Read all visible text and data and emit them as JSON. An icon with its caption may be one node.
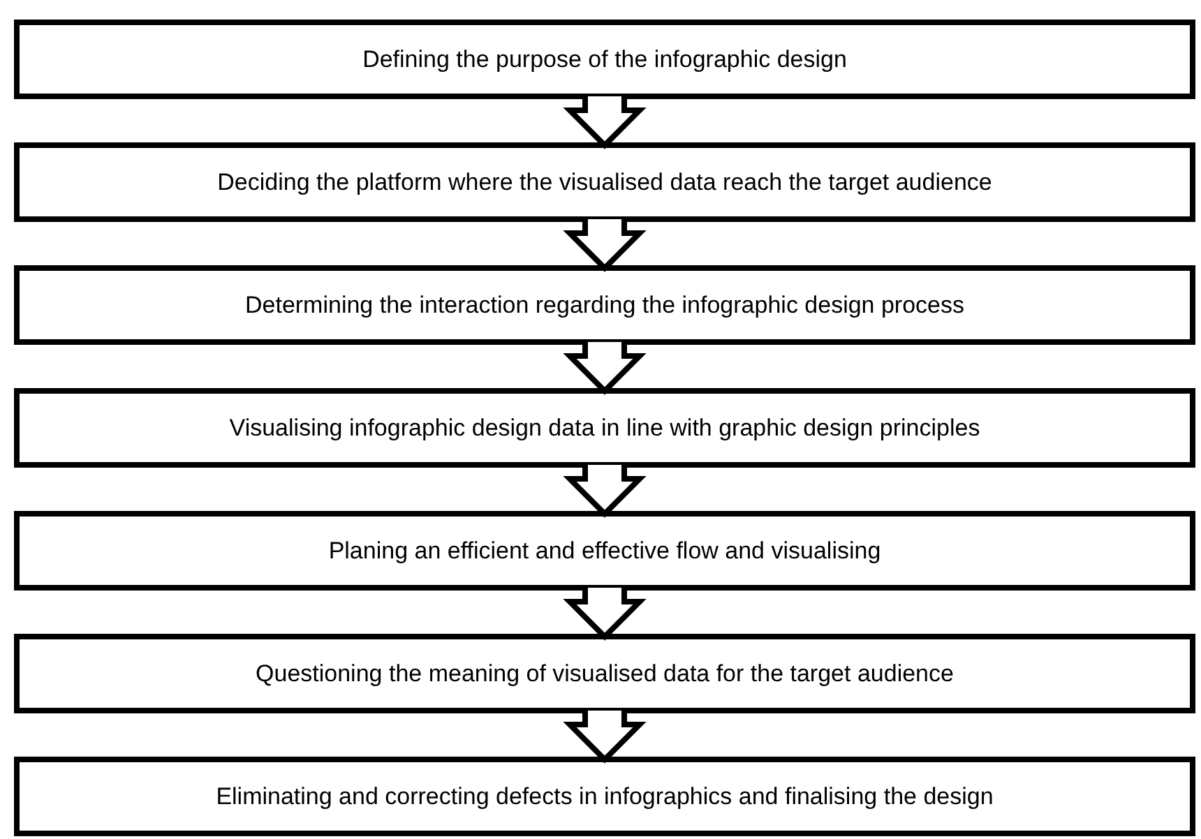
{
  "diagram": {
    "nodes": [
      {
        "text": [
          "Defining the purpose of the infographic design"
        ]
      },
      {
        "text": [
          "Deciding the platform where the visualised data reach the target audience"
        ]
      },
      {
        "text": [
          "Determining the interaction regarding the infographic design process"
        ]
      },
      {
        "text": [
          "Visualising infographic design data in line with graphic design principles"
        ]
      },
      {
        "text": [
          "Planing an efficient and effective flow and visualising"
        ]
      },
      {
        "text": [
          "Questioning the meaning of visualised data for the target audience"
        ]
      },
      {
        "text": [
          "Eliminating and correcting defects in infographics and finalising the design"
        ]
      }
    ],
    "edges": [
      {
        "from": 0,
        "to": 1,
        "arrow": "to"
      },
      {
        "from": 1,
        "to": 2,
        "arrow": "to"
      },
      {
        "from": 2,
        "to": 3,
        "arrow": "to"
      },
      {
        "from": 3,
        "to": 4,
        "arrow": "to"
      },
      {
        "from": 4,
        "to": 5,
        "arrow": "to"
      },
      {
        "from": 5,
        "to": 6,
        "arrow": "to"
      }
    ]
  }
}
